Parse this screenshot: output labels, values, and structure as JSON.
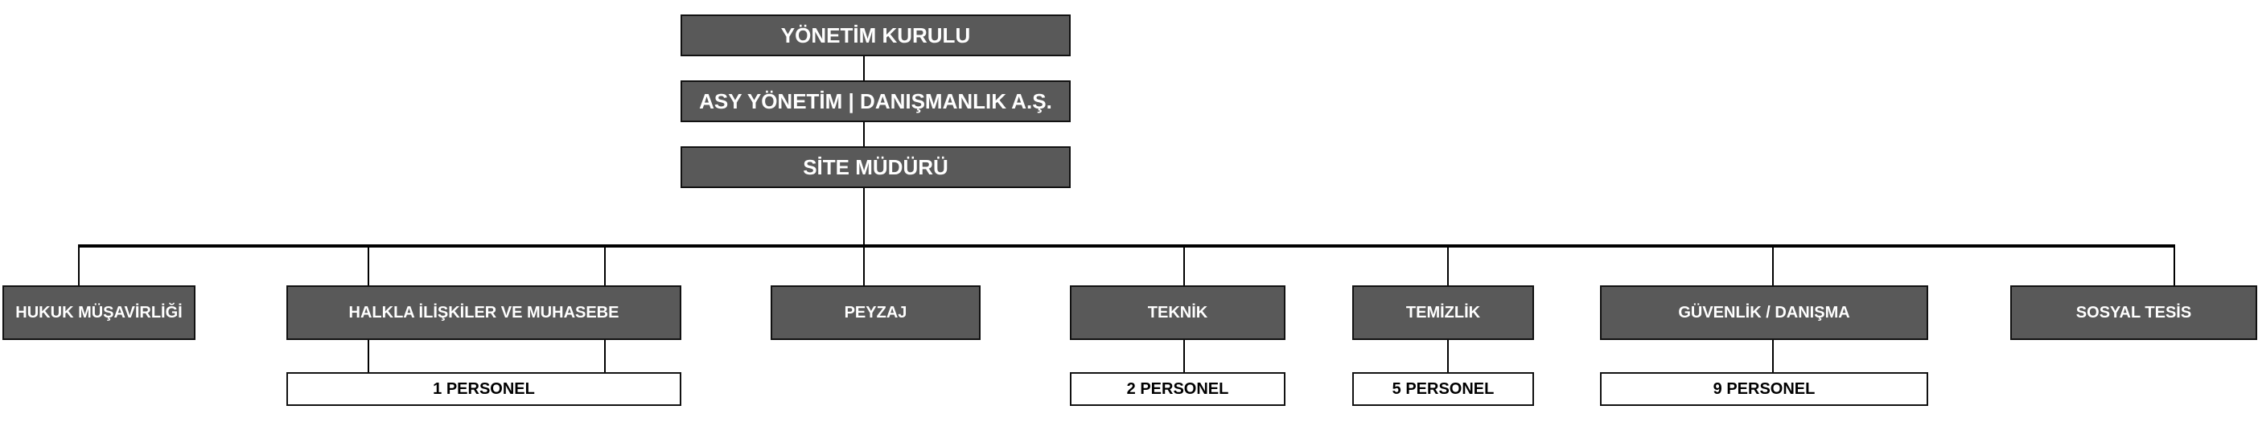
{
  "colors": {
    "box_fill": "#595959",
    "box_text": "#ffffff",
    "line": "#000000",
    "staff_fill": "#ffffff"
  },
  "top": {
    "board": "YÖNETİM KURULU",
    "company": "ASY YÖNETİM | DANIŞMANLIK A.Ş.",
    "manager": "SİTE MÜDÜRÜ"
  },
  "departments": [
    {
      "label": "HUKUK MÜŞAVİRLİĞİ",
      "staff": ""
    },
    {
      "label": "HALKLA İLİŞKİLER VE MUHASEBE",
      "staff": "1 PERSONEL"
    },
    {
      "label": "PEYZAJ",
      "staff": ""
    },
    {
      "label": "TEKNİK",
      "staff": "2 PERSONEL"
    },
    {
      "label": "TEMİZLİK",
      "staff": "5 PERSONEL"
    },
    {
      "label": "GÜVENLİK / DANIŞMA",
      "staff": "9 PERSONEL"
    },
    {
      "label": "SOSYAL TESİS",
      "staff": ""
    }
  ]
}
